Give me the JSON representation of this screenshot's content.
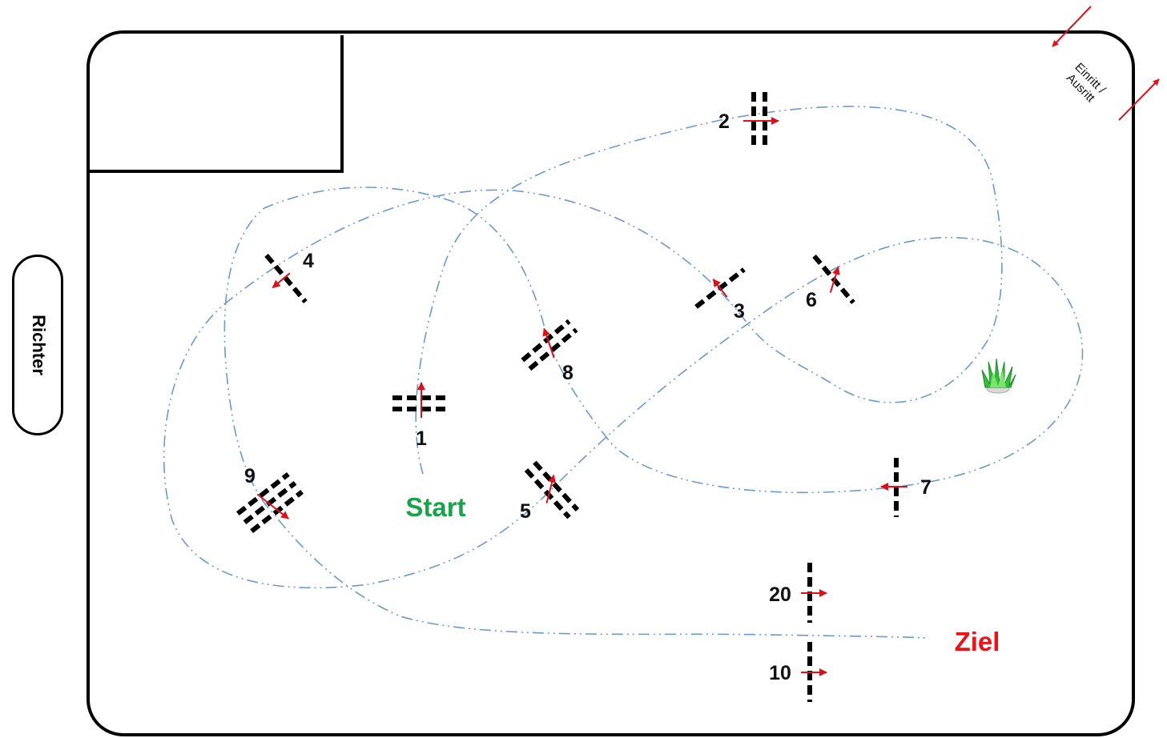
{
  "judge_label": "Richter",
  "entrance_label_line1": "Einritt /",
  "entrance_label_line2": "Ausritt",
  "start_label": "Start",
  "finish_label": "Ziel",
  "colors": {
    "path": "#6a9ad0",
    "arrow": "#e0101a",
    "start": "#1aa34a",
    "finish": "#e8141c",
    "outline": "#000000"
  },
  "obstacles": [
    {
      "id": "1",
      "label": "1",
      "type": "oxer"
    },
    {
      "id": "2",
      "label": "2",
      "type": "oxer"
    },
    {
      "id": "3",
      "label": "3",
      "type": "vertical"
    },
    {
      "id": "4",
      "label": "4",
      "type": "vertical"
    },
    {
      "id": "5",
      "label": "5",
      "type": "oxer"
    },
    {
      "id": "6",
      "label": "6",
      "type": "vertical"
    },
    {
      "id": "7",
      "label": "7",
      "type": "vertical"
    },
    {
      "id": "8",
      "label": "8",
      "type": "oxer"
    },
    {
      "id": "9",
      "label": "9",
      "type": "triple-bar"
    },
    {
      "id": "20",
      "label": "20",
      "type": "vertical"
    },
    {
      "id": "10",
      "label": "10",
      "type": "vertical"
    }
  ],
  "decoration": "grass-plant-icon"
}
